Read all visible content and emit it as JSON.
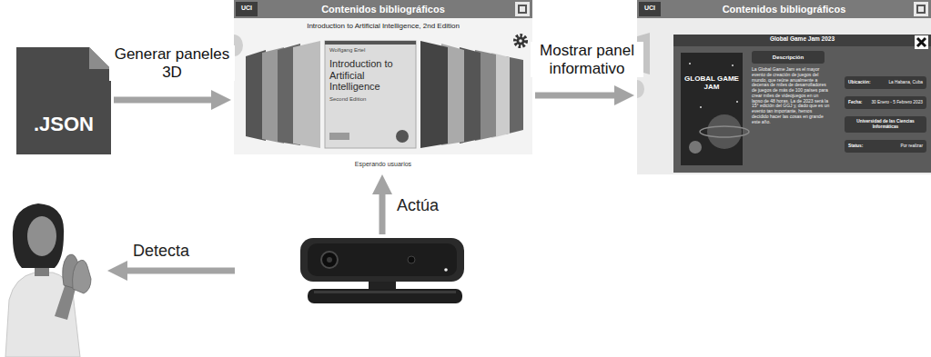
{
  "diagram": {
    "nodes": [
      {
        "text": [
          ".JSON"
        ]
      },
      {
        "text": [
          "Contenidos bibliográficos",
          "Introduction to Artificial Intelligence, 2nd Edition",
          "Esperando usuarios"
        ]
      },
      {
        "text": [
          "Contenidos bibliográficos"
        ]
      },
      {
        "text": [
          "Global Game Jam 2023",
          "La Global Game Jam es el mayor evento de creación de juegos del mundo, que reúne anualmente a decenas de miles de desarrolladores de juegos de más de 100 países para crear miles de videojuegos en un lapso de 48 horas. La de 2023 será la 15° edición del GGJ y, dado que es un evento tan importante, hemos decidido hacer las cosas en grande este año."
        ],
        "in": 2
      },
      {
        "text": [
          "Descripción"
        ],
        "in": 3
      },
      {
        "text": [
          "Ubicación:",
          "La Habana, Cuba"
        ],
        "in": 3
      },
      {
        "text": [
          "Fecha:",
          "30 Enero - 5 Febrero 2023"
        ],
        "in": 3
      },
      {
        "text": [
          "Universidad de las Ciencias Informáticas"
        ],
        "in": 3
      },
      {
        "text": [
          "Status:",
          "Por realizar"
        ],
        "in": 3
      }
    ],
    "edges": [
      {
        "from": 0,
        "to": 1,
        "label": "Generar paneles 3D",
        "arrow": "to"
      },
      {
        "from": 1,
        "to": 2,
        "label": "Mostrar panel informativo",
        "arrow": "to"
      }
    ],
    "labels": [
      "UCI",
      "UCI",
      "Wolfgang Ertel",
      "Introduction to Artificial Intelligence",
      "Second Edition",
      "GLOBAL GAME JAM",
      "Actúa",
      "Detecta"
    ]
  }
}
